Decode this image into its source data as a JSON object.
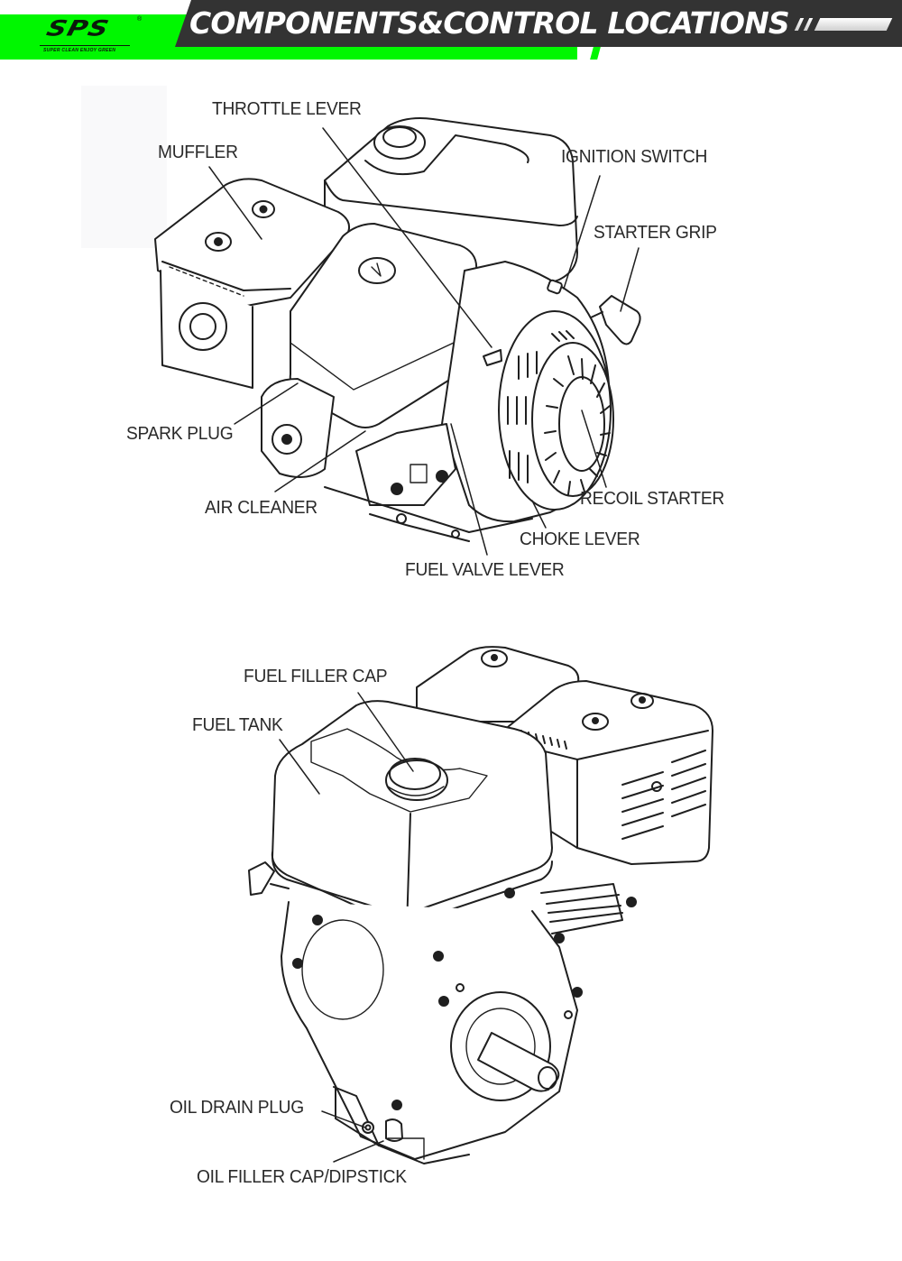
{
  "header": {
    "brand": {
      "logo_text": "SPS",
      "registered_mark": "®",
      "tagline": "SUPER CLEAN ENJOY GREEN"
    },
    "title": "COMPONENTS&CONTROL LOCATIONS",
    "colors": {
      "accent_green": "#00f700",
      "banner_dark": "#333333",
      "title_text": "#ffffff"
    }
  },
  "diagrams": [
    {
      "id": "engine-front-view",
      "labels": {
        "throttle_lever": "THROTTLE LEVER",
        "muffler": "MUFFLER",
        "ignition_switch": "IGNITION SWITCH",
        "starter_grip": "STARTER GRIP",
        "spark_plug": "SPARK PLUG",
        "air_cleaner": "AIR CLEANER",
        "recoil_starter": "RECOIL STARTER",
        "choke_lever": "CHOKE LEVER",
        "fuel_valve_lever": "FUEL VALVE LEVER"
      }
    },
    {
      "id": "engine-rear-view",
      "labels": {
        "fuel_filler_cap": "FUEL FILLER CAP",
        "fuel_tank": "FUEL TANK",
        "oil_drain_plug": "OIL DRAIN PLUG",
        "oil_filler_cap_dipstick": "OIL FILLER CAP/DIPSTICK"
      }
    }
  ]
}
